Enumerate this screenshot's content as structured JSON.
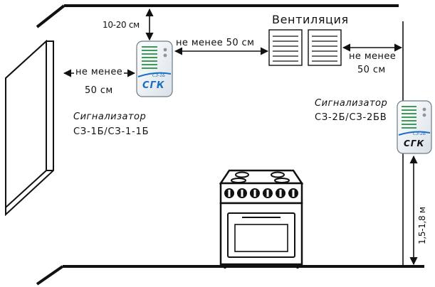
{
  "labels": {
    "top_distance": "10-20 см",
    "min_distance_value": "не менее 50 см",
    "min_distance_word": "не менее",
    "min_distance_cm": "50 см",
    "ventilation": "Вентиляция",
    "sensor_left_title": "Сигнализатор",
    "sensor_left_model": "СЗ-1Б/СЗ-1-1Б",
    "sensor_right_title": "Сигнализатор",
    "sensor_right_model": "СЗ-2Б/СЗ-2БВ",
    "height_range": "1,5-1,8 м"
  },
  "device_left": {
    "brand": "СГК",
    "model_tag": "СЗ-1Б"
  },
  "device_right": {
    "brand": "СГК",
    "model_tag": "СЗ-2Б"
  },
  "colors": {
    "line": "#111111",
    "accent_blue": "#1a6fc4",
    "device_body": "#eef2f5"
  }
}
